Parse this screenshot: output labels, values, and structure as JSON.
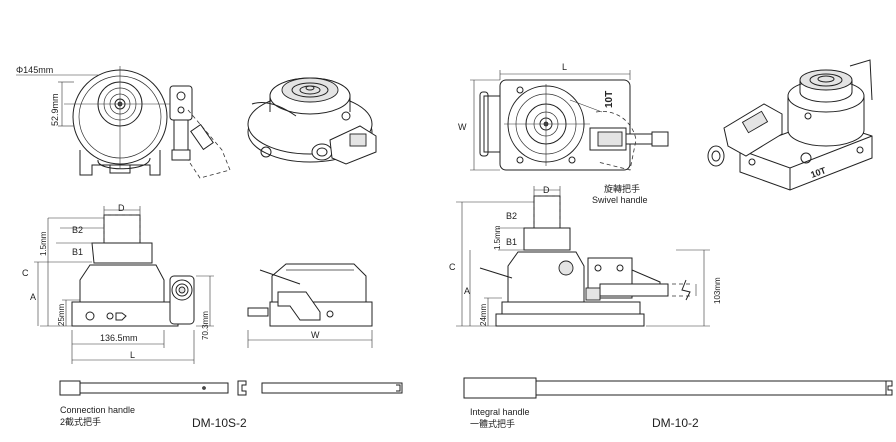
{
  "left": {
    "top_view": {
      "diameter_label": "Φ145mm",
      "dim_vertical": "52.9mm"
    },
    "front_view": {
      "label_D": "D",
      "label_B2": "B2",
      "label_B1": "B1",
      "label_C": "C",
      "label_A": "A",
      "label_15mm": "1.5mm",
      "label_25mm": "25mm",
      "label_70_3mm": "70.3mm",
      "label_136_5mm": "136.5mm",
      "label_L": "L"
    },
    "side_view": {
      "label_W": "W"
    },
    "handle": {
      "name_en": "Connection handle",
      "name_zh": "2截式把手"
    },
    "model": "DM-10S-2"
  },
  "right": {
    "top_view": {
      "label_L": "L",
      "label_W": "W",
      "stamp": "10T",
      "handle_zh": "旋轉把手",
      "handle_en": "Swivel handle"
    },
    "front_view": {
      "label_D": "D",
      "label_B2": "B2",
      "label_B1": "B1",
      "label_C": "C",
      "label_A": "A",
      "label_15mm": "1.5mm",
      "label_24mm": "24mm",
      "label_103mm": "103mm"
    },
    "iso_stamp": "10T",
    "handle": {
      "name_en": "Integral handle",
      "name_zh": "一體式把手"
    },
    "model": "DM-10-2"
  }
}
